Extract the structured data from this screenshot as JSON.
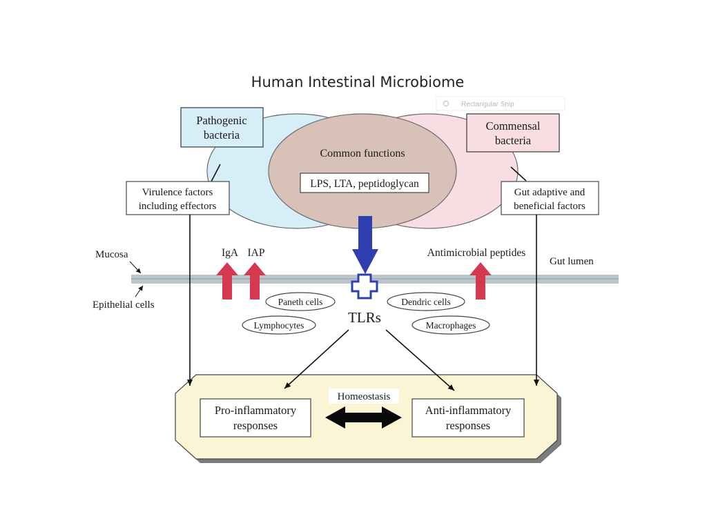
{
  "title": "Human Intestinal Microbiome",
  "overlay": {
    "snip_label": "Rectangular Snip"
  },
  "colors": {
    "pathogenic_fill": "#d6eef8",
    "commensal_fill": "#f8dde3",
    "common_fill": "#d8c2b8",
    "membrane": "#b9c6cc",
    "membrane_line": "#8e9ba1",
    "red_arrow": "#d6394f",
    "blue_arrow": "#2f3fb0",
    "tlr_receptor": "#2f3fb0",
    "response_panel": "#fbf5d6"
  },
  "nodes": {
    "pathogenic": {
      "line1": "Pathogenic",
      "line2": "bacteria"
    },
    "commensal": {
      "line1": "Commensal",
      "line2": "bacteria"
    },
    "common_functions": "Common functions",
    "lps": "LPS, LTA, peptidoglycan",
    "virulence": {
      "line1": "Virulence factors",
      "line2": "including effectors"
    },
    "gut_adaptive": {
      "line1": "Gut adaptive and",
      "line2": "beneficial factors"
    },
    "mucosa": "Mucosa",
    "epithelial": "Epithelial cells",
    "iga": "IgA",
    "iap": "IAP",
    "antimicrobial": "Antimicrobial peptides",
    "gut_lumen": "Gut lumen",
    "paneth": "Paneth cells",
    "dendric": "Dendric cells",
    "lymphocytes": "Lymphocytes",
    "macrophages": "Macrophages",
    "tlrs": "TLRs",
    "homeostasis": "Homeostasis",
    "pro_inflammatory": {
      "line1": "Pro-inflammatory",
      "line2": "responses"
    },
    "anti_inflammatory": {
      "line1": "Anti-inflammatory",
      "line2": "responses"
    }
  }
}
